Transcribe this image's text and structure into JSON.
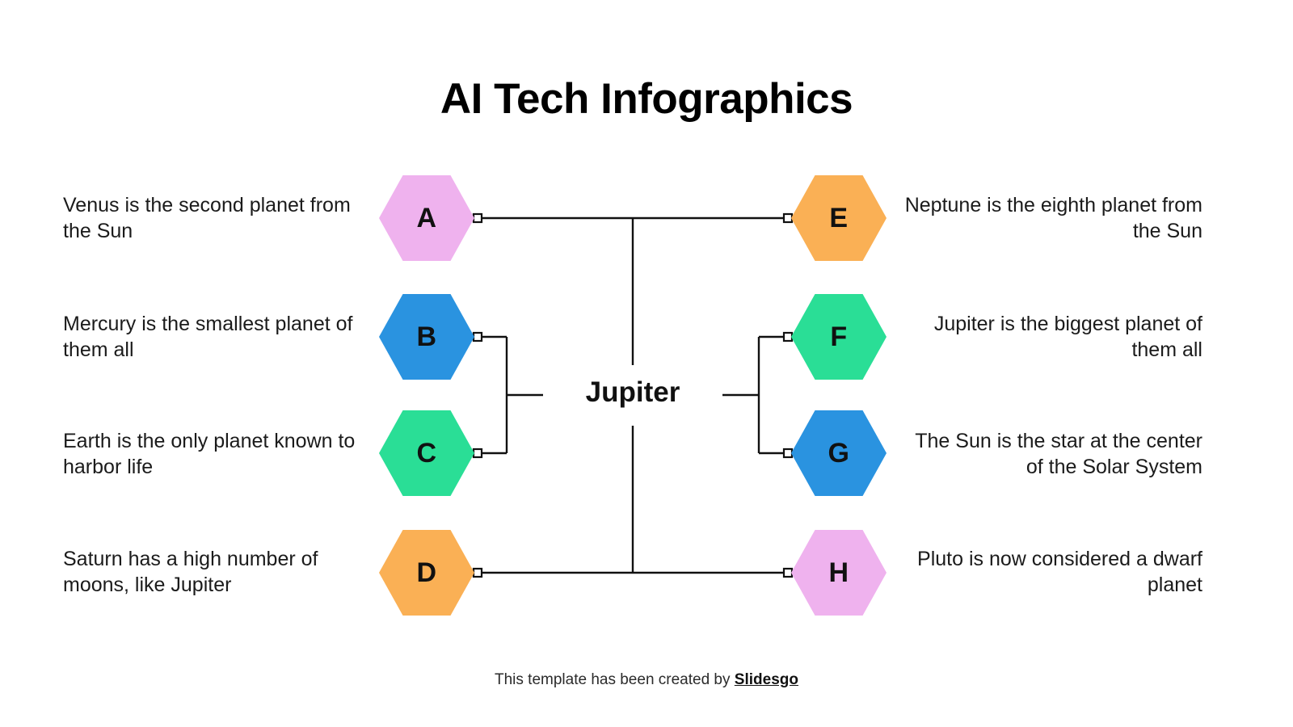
{
  "slide": {
    "title": "AI Tech Infographics",
    "background": "#ffffff",
    "center_node": "Jupiter"
  },
  "palette": {
    "pink": "#efb2ee",
    "blue": "#2a93e0",
    "green": "#2ade96",
    "orange": "#fab055",
    "line": "#111111",
    "text": "#1b1b1b"
  },
  "nodes": {
    "a": {
      "letter": "A",
      "color": "#efb2ee",
      "description": "Venus is the second planet from the Sun"
    },
    "b": {
      "letter": "B",
      "color": "#2a93e0",
      "description": "Mercury is the smallest planet of them all"
    },
    "c": {
      "letter": "C",
      "color": "#2ade96",
      "description": "Earth is the only planet known to harbor life"
    },
    "d": {
      "letter": "D",
      "color": "#fab055",
      "description": "Saturn has a high number of moons, like Jupiter"
    },
    "e": {
      "letter": "E",
      "color": "#fab055",
      "description": "Neptune is the eighth planet from the Sun"
    },
    "f": {
      "letter": "F",
      "color": "#2ade96",
      "description": "Jupiter is the biggest planet of them all"
    },
    "g": {
      "letter": "G",
      "color": "#2a93e0",
      "description": "The Sun is the star at the center of the Solar System"
    },
    "h": {
      "letter": "H",
      "color": "#efb2ee",
      "description": "Pluto is now considered a dwarf planet"
    }
  },
  "footer": {
    "prefix": "This template has been created by ",
    "brand": "Slidesgo"
  }
}
